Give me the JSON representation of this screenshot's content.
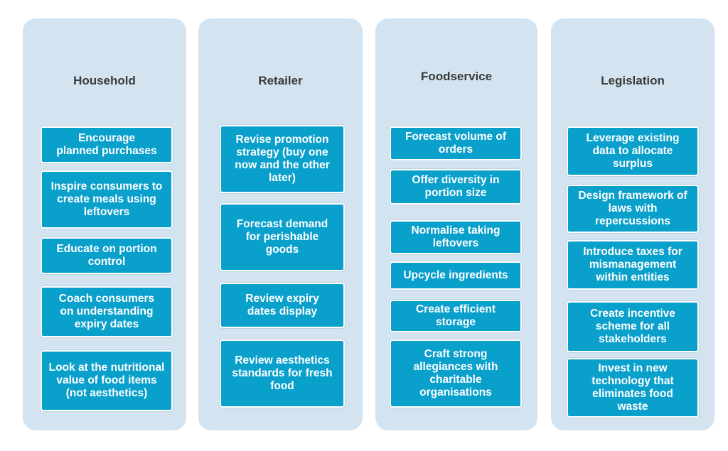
{
  "columns": [
    {
      "title": "Household",
      "items": [
        "Encourage planned purchases",
        "Inspire consumers to create meals using leftovers",
        "Educate on portion control",
        "Coach consumers on understanding expiry dates",
        "Look at the nutritional value of food items (not aesthetics)"
      ]
    },
    {
      "title": "Retailer",
      "items": [
        "Revise promotion strategy (buy one now and the other later)",
        "Forecast demand for perishable goods",
        "Review expiry dates display",
        "Review aesthetics standards for fresh food"
      ]
    },
    {
      "title": "Foodservice",
      "items": [
        "Forecast volume of orders",
        "Offer diversity in portion size",
        "Normalise taking leftovers",
        "Upcycle ingredients",
        "Create efficient storage",
        "Craft strong allegiances with charitable organisations"
      ]
    },
    {
      "title": "Legislation",
      "items": [
        "Leverage existing data to allocate surplus",
        "Design framework of laws with repercussions",
        "Introduce taxes for mismanagement within entities",
        "Create incentive scheme for all stakeholders",
        "Invest in new technology that eliminates food waste"
      ]
    }
  ]
}
